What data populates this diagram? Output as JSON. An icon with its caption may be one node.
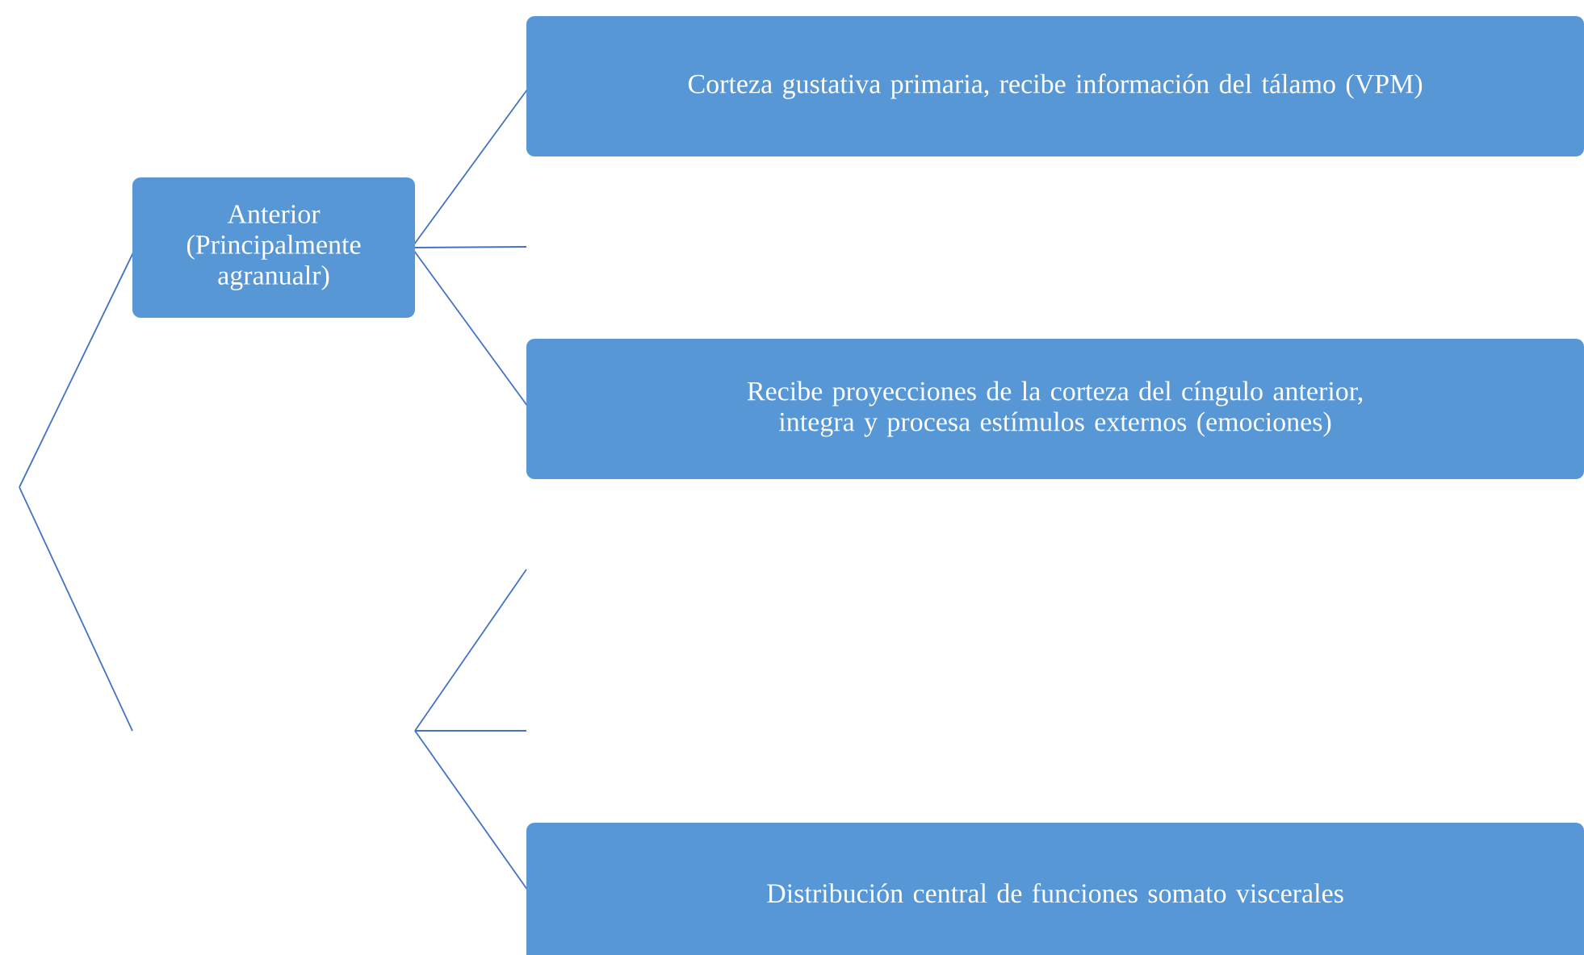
{
  "diagram": {
    "nodes": [
      {
        "text": [
          "Anterior (Principalmente agranualr)"
        ]
      },
      {
        "text": [
          "Corteza gustativa primaria, recibe información del tálamo (VPM)"
        ]
      },
      {
        "text": [
          "Recibe proyecciones de la corteza del cíngulo anterior, integra y procesa estímulos externos (emociones)"
        ]
      },
      {
        "text": [
          "Distribución central de funciones somato viscerales"
        ]
      }
    ],
    "edges": [
      {
        "from": null,
        "to": 0,
        "arrow": "none"
      },
      {
        "from": 0,
        "to": 1,
        "arrow": "none"
      },
      {
        "from": 0,
        "to": null,
        "arrow": "none"
      },
      {
        "from": 0,
        "to": 2,
        "arrow": "none"
      },
      {
        "from": null,
        "to": 3,
        "arrow": "none"
      }
    ]
  }
}
